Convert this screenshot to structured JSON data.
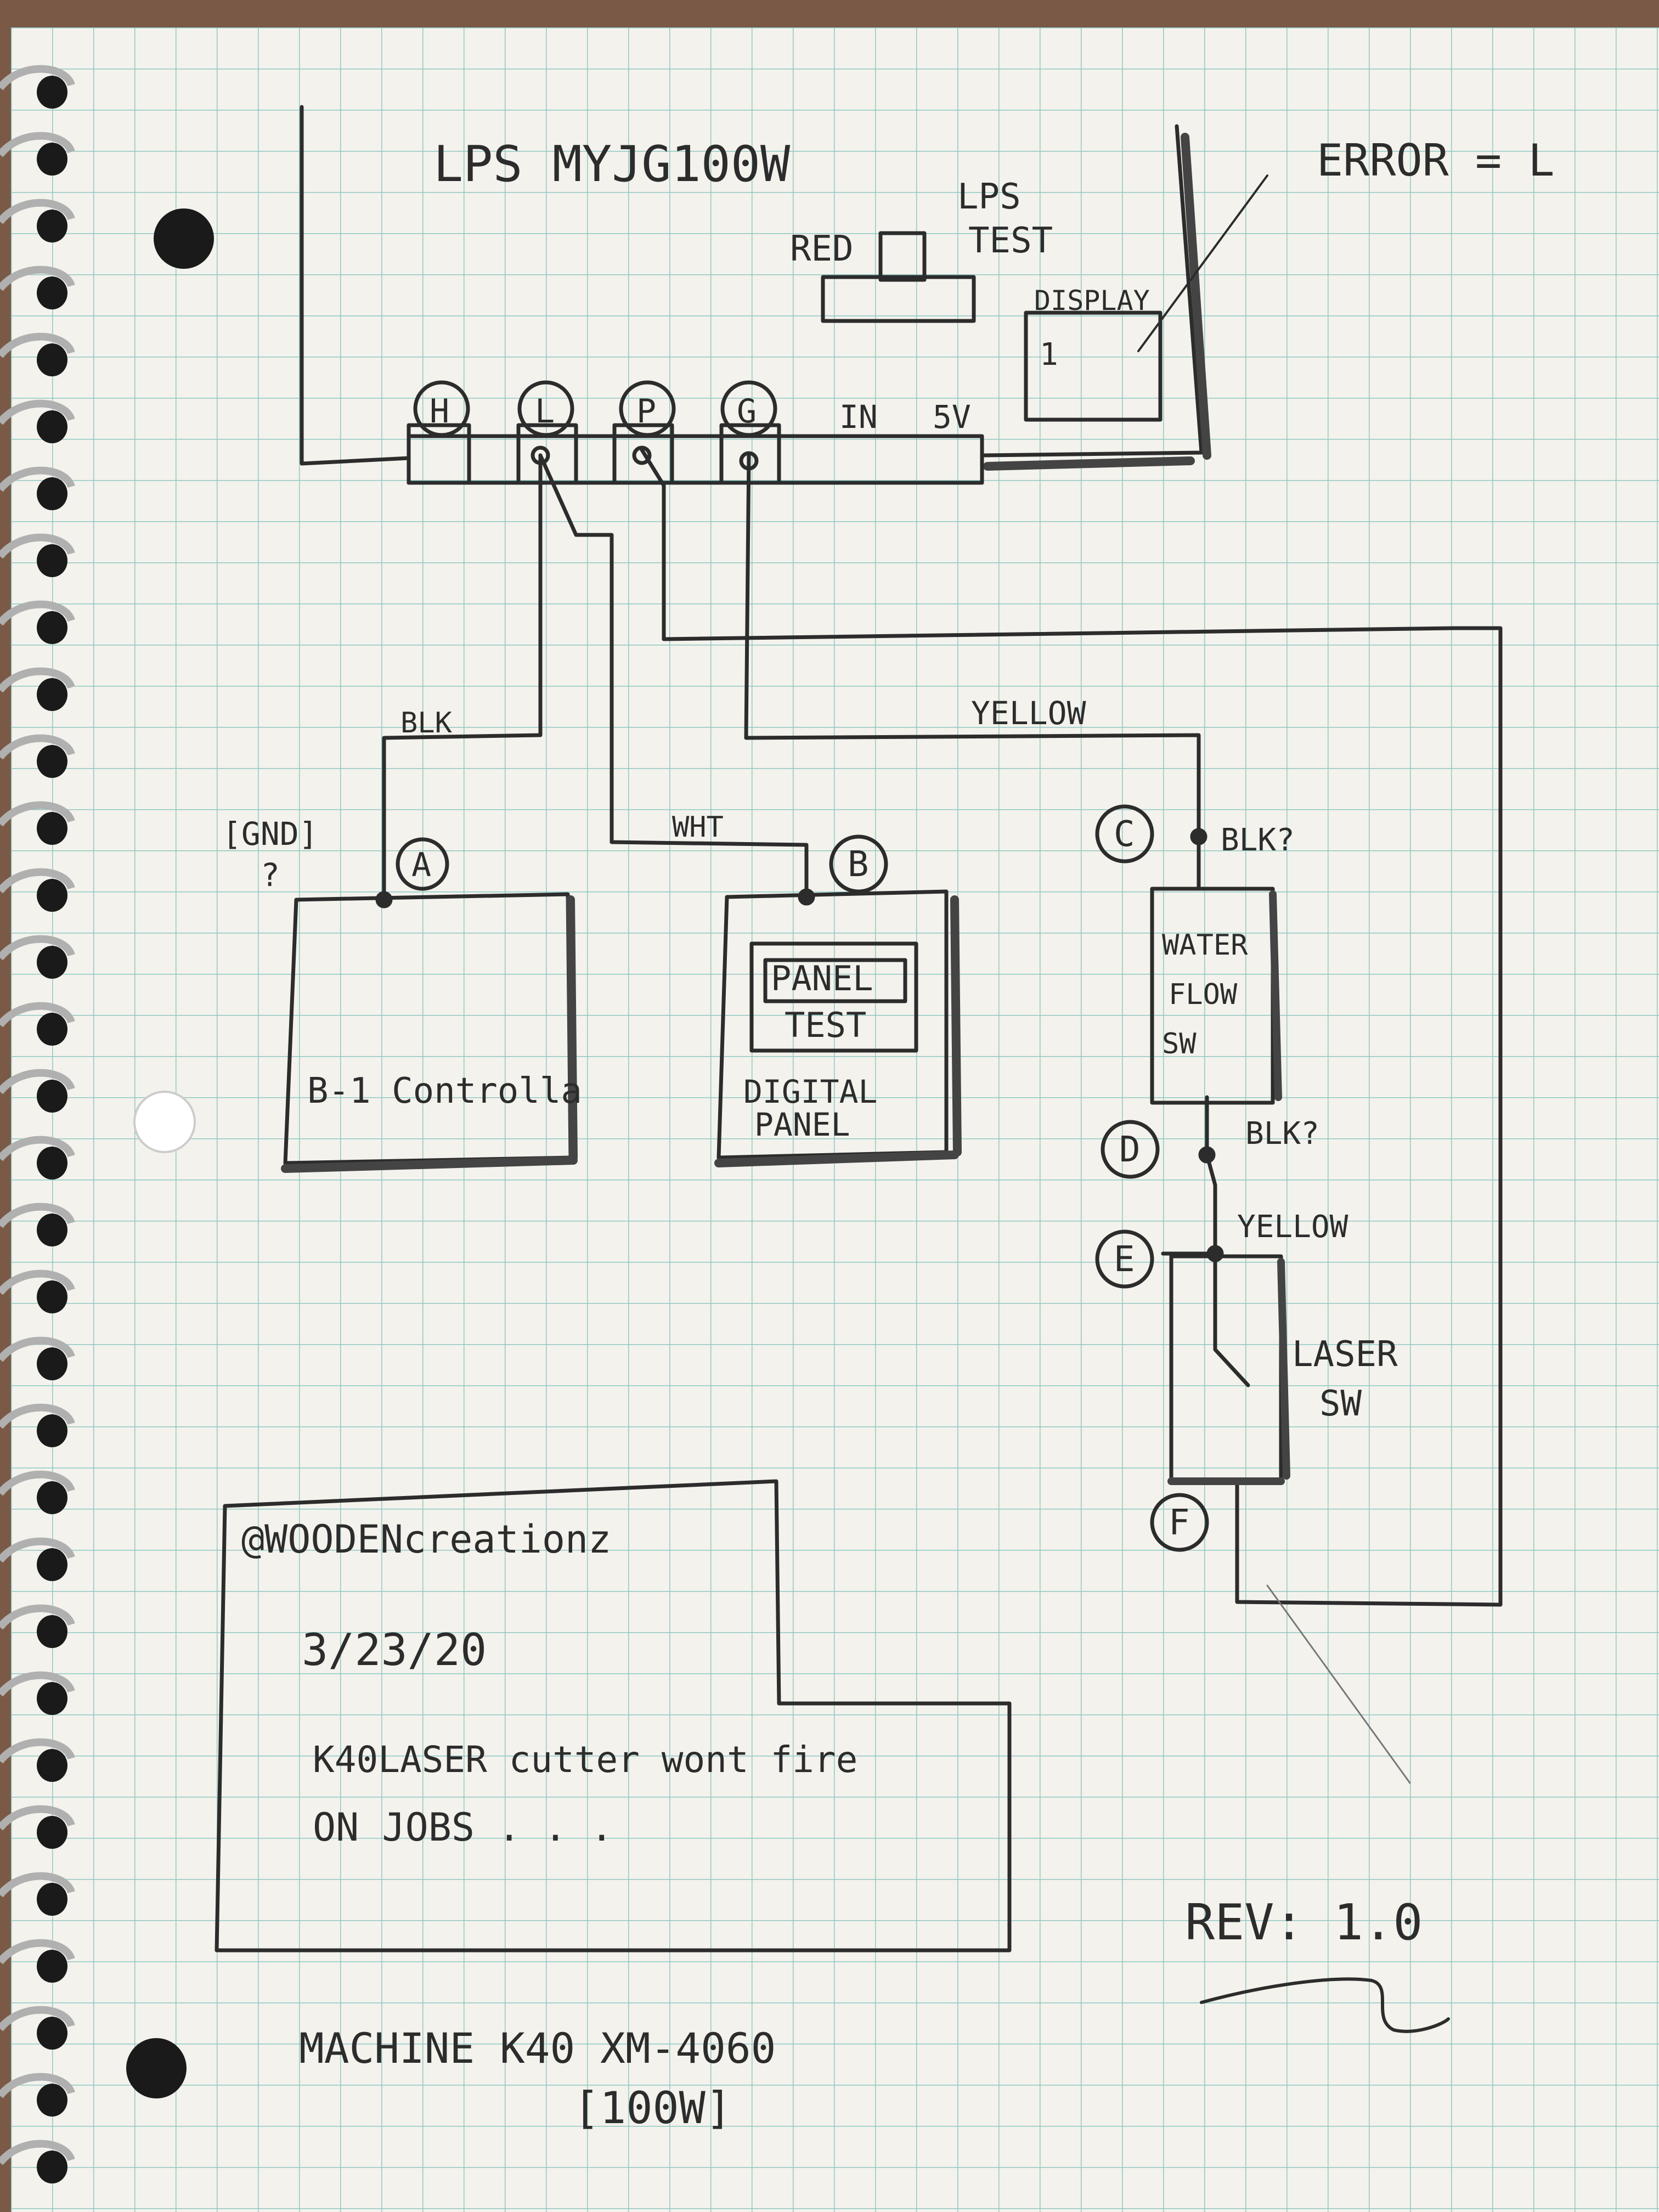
{
  "header": {
    "title": "LPS MYJG100W",
    "error_note": "ERROR = L",
    "lps_test_line1": "LPS",
    "lps_test_line2": "TEST",
    "red_label": "RED",
    "display_label": "DISPLAY",
    "display_value": "1"
  },
  "terminals": {
    "h": "H",
    "l": "L",
    "p": "P",
    "g": "G",
    "in": "IN",
    "5v": "5V"
  },
  "wires": {
    "blk": "BLK",
    "wht": "WHT",
    "yellow_top": "YELLOW",
    "blk_c": "BLK?",
    "blk_d": "BLK?",
    "yellow_e": "YELLOW"
  },
  "nodes": {
    "a": "A",
    "b": "B",
    "c": "C",
    "d": "D",
    "e": "E",
    "f": "F",
    "gnd": "[GND]",
    "gnd_q": "?"
  },
  "components": {
    "b1_controller": "B-1 Controlla",
    "panel_test_line1": "PANEL",
    "panel_test_line2": "TEST",
    "digital_panel_line1": "DIGITAL",
    "digital_panel_line2": "PANEL",
    "water_flow_line1": "WATER",
    "water_flow_line2": "FLOW",
    "water_flow_line3": "SW",
    "laser_sw_line1": "LASER",
    "laser_sw_line2": "SW"
  },
  "notes": {
    "handle": "@WOODENcreationz",
    "date": "3/23/20",
    "line1": "K40LASER cutter wont fire",
    "line2": "ON JOBS . . ."
  },
  "footer": {
    "rev": "REV: 1.0",
    "machine_line1": "MACHINE K40 XM-4060",
    "machine_line2": "[100W]"
  },
  "colors": {
    "paper": "#f4f2ec",
    "grid": "#8fc8c4",
    "pencil": "#2c2c2c",
    "desk": "#7a5a46"
  }
}
